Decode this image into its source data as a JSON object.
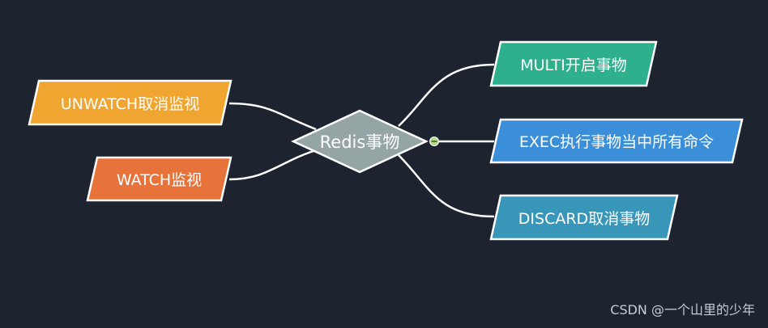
{
  "center": {
    "label": "Redis事物",
    "fill": "#95a5a6"
  },
  "left_nodes": [
    {
      "id": "unwatch",
      "label": "UNWATCH取消监视",
      "fill": "#f0a530"
    },
    {
      "id": "watch",
      "label": "WATCH监视",
      "fill": "#e8733a"
    }
  ],
  "right_nodes": [
    {
      "id": "multi",
      "label": "MULTI开启事物",
      "fill": "#2fb08c"
    },
    {
      "id": "exec",
      "label": "EXEC执行事物当中所有命令",
      "fill": "#3a8fd8"
    },
    {
      "id": "discard",
      "label": "DISCARD取消事物",
      "fill": "#3896b8"
    }
  ],
  "collapse_toggle": {
    "icon": "minus-circle-icon",
    "fill": "#b5d98a"
  },
  "watermark": "CSDN @一个山里的少年"
}
